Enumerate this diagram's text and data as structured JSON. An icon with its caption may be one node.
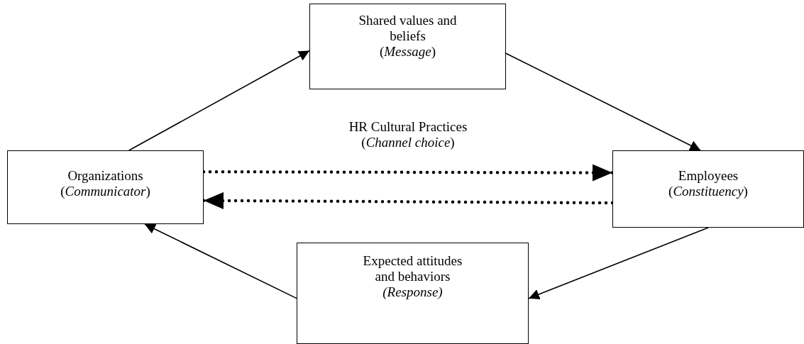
{
  "diagram": {
    "nodes": [
      {
        "text": [
          "Shared values and beliefs",
          "(*Message*)"
        ]
      },
      {
        "text": [
          "Organizations",
          "(*Communicator*)"
        ]
      },
      {
        "text": [
          "Employees",
          "(*Constituency*)"
        ]
      },
      {
        "text": [
          "Expected attitudes and behaviors",
          "*(Response)*"
        ]
      }
    ],
    "edges": [
      {
        "from": 1,
        "to": 0,
        "arrow": "to"
      },
      {
        "from": 0,
        "to": 2,
        "arrow": "to"
      },
      {
        "from": 2,
        "to": 3,
        "arrow": "to"
      },
      {
        "from": 3,
        "to": 1,
        "arrow": "to"
      },
      {
        "from": 1,
        "to": 2,
        "arrow": "to",
        "style": "dashed"
      },
      {
        "from": 2,
        "to": 1,
        "arrow": "to",
        "style": "dashed"
      }
    ],
    "labels": [
      "HR Cultural Practices",
      "(*Channel choice*)"
    ]
  }
}
